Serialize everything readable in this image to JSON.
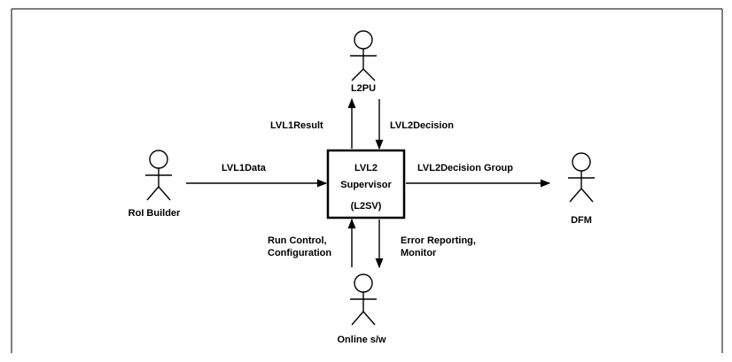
{
  "diagram": {
    "supervisor": {
      "line1": "LVL2",
      "line2": "Supervisor",
      "line3": "(L2SV)"
    },
    "actors": {
      "l2pu": "L2PU",
      "roi_builder": "RoI Builder",
      "dfm": "DFM",
      "online_sw": "Online s/w"
    },
    "flows": {
      "lvl1result": "LVL1Result",
      "lvl2decision": "LVL2Decision",
      "lvl1data": "LVL1Data",
      "lvl2decision_group": "LVL2Decision Group",
      "run_control_1": "Run Control,",
      "run_control_2": "Configuration",
      "error_reporting_1": "Error Reporting,",
      "error_reporting_2": "Monitor"
    }
  }
}
